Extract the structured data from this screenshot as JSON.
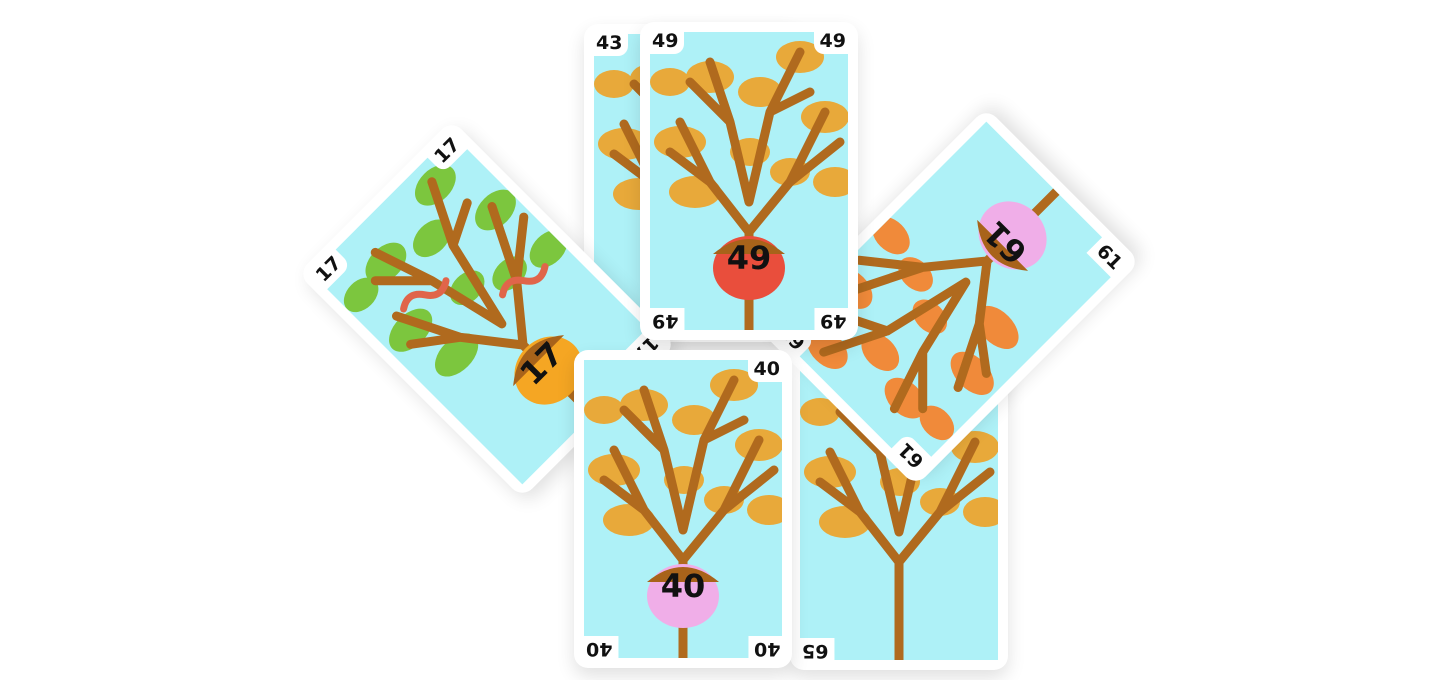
{
  "table": {
    "cards": [
      {
        "id": "card-43",
        "value": "43",
        "leaf_color": "#e8a93a",
        "acorn_color": "#f5a623"
      },
      {
        "id": "card-65",
        "value": "65",
        "leaf_color": "#e8a93a",
        "acorn_color": "#f5a623"
      },
      {
        "id": "card-17",
        "value": "17",
        "leaf_color": "#7cc63e",
        "acorn_color": "#f5a623",
        "worms": true
      },
      {
        "id": "card-61",
        "value": "61",
        "leaf_color": "#f08a3a",
        "acorn_color": "#f0aee8"
      },
      {
        "id": "card-49",
        "value": "49",
        "leaf_color": "#e8a93a",
        "acorn_color": "#e94e3c"
      },
      {
        "id": "card-40",
        "value": "40",
        "leaf_color": "#e8a93a",
        "acorn_color": "#f0aee8"
      }
    ]
  },
  "colors": {
    "sky": "#aef1f7",
    "branch": "#b06a1e",
    "cap": "#a8631a"
  }
}
